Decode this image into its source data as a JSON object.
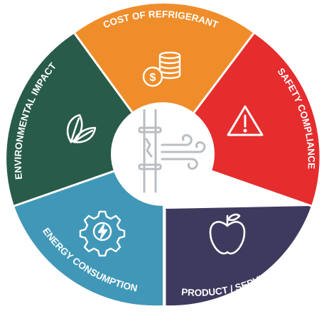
{
  "segments": [
    {
      "id": "cost",
      "label": "COST OF REFRIGERANT",
      "icon": "coins-dollar-icon",
      "color": "#F08D2B",
      "shadow": "#D97722"
    },
    {
      "id": "safety",
      "label": "SAFETY COMPLIANCE",
      "icon": "warning-triangle-icon",
      "color": "#E52D2E",
      "shadow": "#C52326"
    },
    {
      "id": "product",
      "label": "PRODUCT / SERVICE LOSS",
      "icon": "apple-icon",
      "color": "#3E3A5E",
      "shadow": "#2F2B49"
    },
    {
      "id": "energy",
      "label": "ENERGY CONSUMPTION",
      "icon": "gear-bolt-icon",
      "color": "#4197B8",
      "shadow": "#337A97"
    },
    {
      "id": "environment",
      "label": "ENVIRONMENTAL IMPACT",
      "icon": "leaves-icon",
      "color": "#285B49",
      "shadow": "#1E4738"
    }
  ],
  "center": {
    "icon": "pipe-leak-air-icon",
    "fill": "#ffffff",
    "stroke": "#B9BEC2"
  },
  "colors": {
    "text": "#ffffff"
  }
}
